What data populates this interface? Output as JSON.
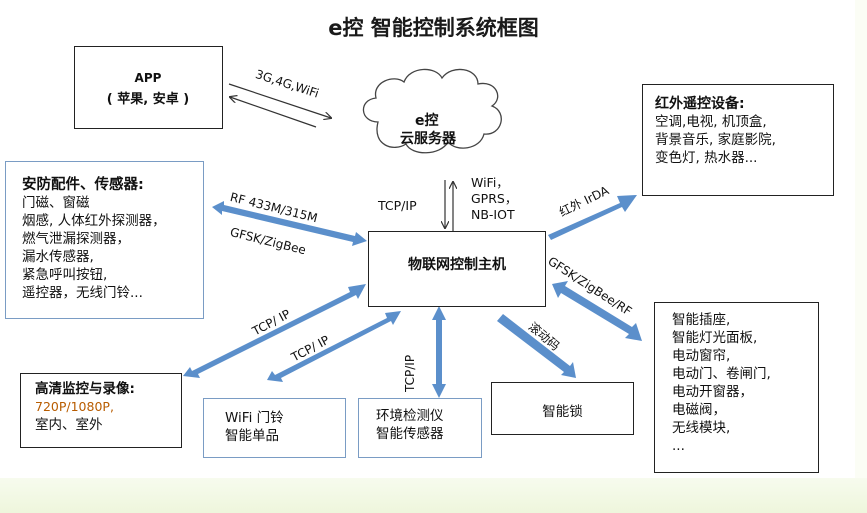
{
  "title": "e控 智能控制系统框图",
  "app_box": {
    "line1": "APP",
    "line2": "( 苹果, 安卓 )"
  },
  "cloud": {
    "line1": "e控",
    "line2": "云服务器"
  },
  "hub": {
    "label": "物联网控制主机"
  },
  "ir_devices": {
    "heading": "红外遥控设备:",
    "items": [
      "空调,电视, 机顶盒,",
      "背景音乐, 家庭影院,",
      "变色灯, 热水器..."
    ]
  },
  "security": {
    "heading": "安防配件、传感器:",
    "items": [
      "门磁、窗磁",
      "烟感, 人体红外探测器，",
      "燃气泄漏探测器，",
      "漏水传感器,",
      "紧急呼叫按钮,",
      "遥控器，无线门铃..."
    ]
  },
  "cctv": {
    "heading": "高清监控与录像:",
    "items": [
      "720P/1080P,",
      "室内、室外"
    ]
  },
  "wifi_bell": {
    "items": [
      "WiFi 门铃",
      "智能单品"
    ]
  },
  "env": {
    "items": [
      "环境检测仪",
      "智能传感器"
    ]
  },
  "lock": {
    "label": "智能锁"
  },
  "smart_devices": {
    "items": [
      "智能插座,",
      "智能灯光面板,",
      "电动窗帘,",
      "电动门、卷闸门,",
      "电动开窗器，",
      "电磁阀，",
      "无线模块,",
      "..."
    ]
  },
  "links": {
    "app_cloud": "3G,4G,WiFi",
    "cloud_hub_left": "TCP/IP",
    "cloud_hub_right": [
      "WiFi，",
      "GPRS，",
      "NB-IOT"
    ],
    "ir": "红外 IrDA",
    "rf_top": "RF 433M/315M",
    "rf_bottom": "GFSK/ZigBee",
    "smart": "GFSK/ZigBee/RF",
    "cctv": "TCP/ IP",
    "wifi_bell": "TCP/ IP",
    "env": "TCP/IP",
    "lock": "滚动码"
  },
  "colors": {
    "arrow": "#5b8fcb",
    "orange_text": "#b85c00",
    "box_blue_border": "#7a9cc4"
  }
}
